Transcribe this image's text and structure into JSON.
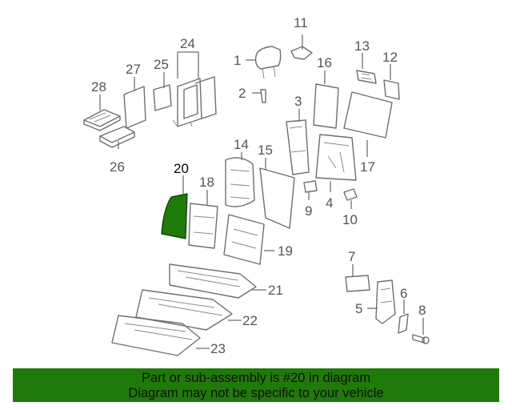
{
  "diagram": {
    "highlighted_part": "20",
    "highlight_color": "#1f7a0a",
    "callouts": {
      "c1": "1",
      "c2": "2",
      "c3": "3",
      "c4": "4",
      "c5": "5",
      "c6": "6",
      "c7": "7",
      "c8": "8",
      "c9": "9",
      "c10": "10",
      "c11": "11",
      "c12": "12",
      "c13": "13",
      "c14": "14",
      "c15": "15",
      "c16": "16",
      "c17": "17",
      "c18": "18",
      "c19": "19",
      "c20": "20",
      "c21": "21",
      "c22": "22",
      "c23": "23",
      "c24": "24",
      "c25": "25",
      "c26": "26",
      "c27": "27",
      "c28": "28"
    }
  },
  "banner": {
    "line1": "Part or sub-assembly is #20 in diagram",
    "line2": "Diagram may not be specific to your vehicle",
    "background": "#1f7a0a"
  }
}
